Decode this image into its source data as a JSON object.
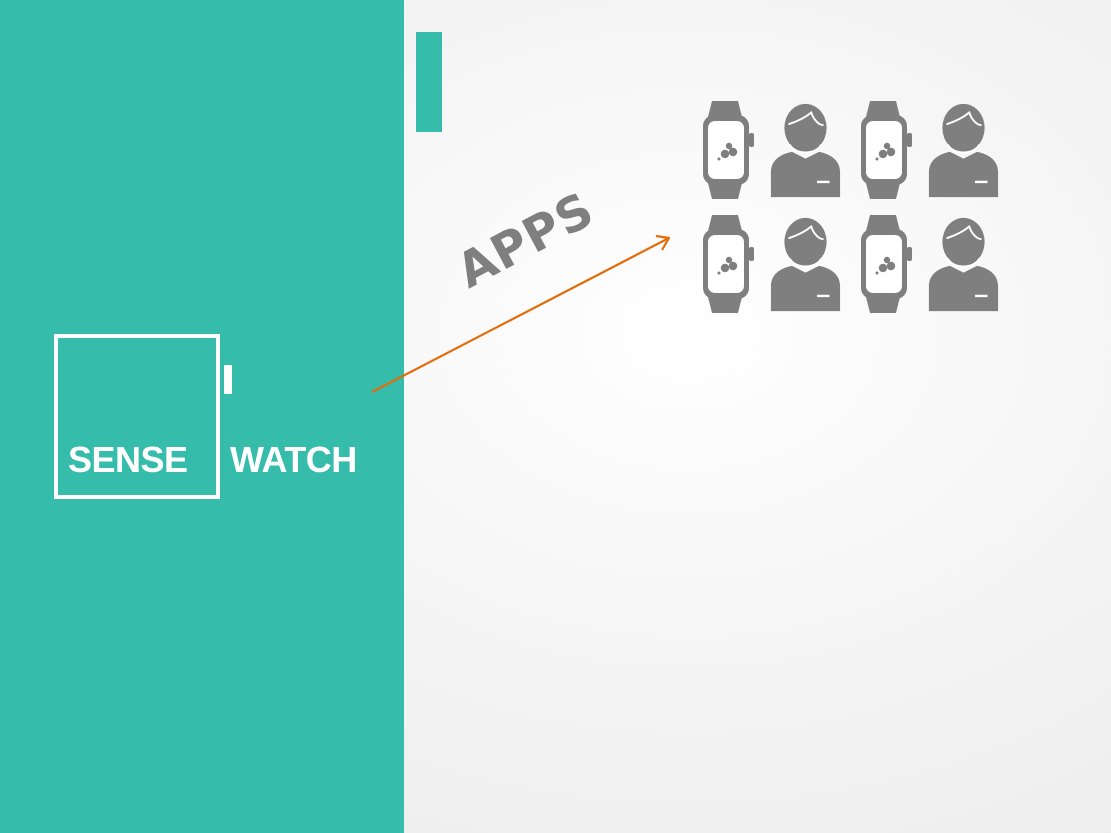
{
  "slide": {
    "background_color": "#f5f5f5",
    "panel_color": "#36bcab",
    "accent_color": "#36bcab"
  },
  "logo": {
    "word_left": "SENSE",
    "word_right": "WATCH",
    "color": "#ffffff"
  },
  "diagram": {
    "arrow_label": "APPS",
    "arrow_color": "#e36c0a",
    "label_color": "#7f7f7f",
    "icon_color": "#7f7f7f",
    "rows": [
      [
        "smartwatch-icon",
        "user-icon",
        "smartwatch-icon",
        "user-icon"
      ],
      [
        "smartwatch-icon",
        "user-icon",
        "smartwatch-icon",
        "user-icon"
      ]
    ]
  }
}
